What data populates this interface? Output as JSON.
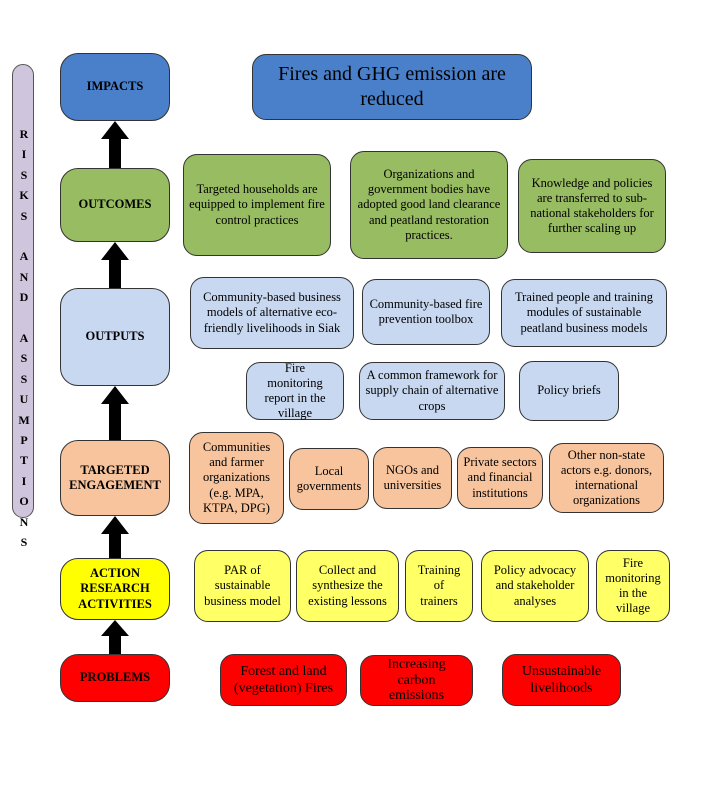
{
  "side_label": "RISKS AND ASSUMPTIONS",
  "colors": {
    "impact": "#4a7fc9",
    "outcome": "#98bc62",
    "output": "#c7d8f0",
    "engagement": "#f7c49d",
    "action": "#ffff66",
    "problem": "#ff0000"
  },
  "levels": {
    "impacts": "IMPACTS",
    "outcomes": "OUTCOMES",
    "outputs": "OUTPUTS",
    "engagement": "TARGETED ENGAGEMENT",
    "action": "ACTION RESEARCH ACTIVITIES",
    "problems": "PROBLEMS"
  },
  "impact": "Fires and GHG emission are reduced",
  "outcomes": [
    "Targeted households are equipped to implement fire control practices",
    "Organizations and government bodies have adopted good land clearance and peatland restoration practices.",
    "Knowledge and policies are transferred to sub-national stakeholders for further scaling up"
  ],
  "outputs": [
    "Community-based business models of alternative eco-friendly livelihoods in Siak",
    "Community-based fire prevention toolbox",
    "Trained people and training modules of sustainable peatland business models",
    "Fire monitoring report in the village",
    "A common framework for supply chain of alternative crops",
    "Policy briefs"
  ],
  "engagement": [
    "Communities and farmer organizations (e.g. MPA, KTPA, DPG)",
    "Local governments",
    "NGOs and universities",
    "Private sectors and financial institutions",
    "Other non-state actors e.g. donors, international organizations"
  ],
  "actions": [
    "PAR of sustainable business model",
    "Collect and synthesize the existing lessons",
    "Training of trainers",
    "Policy advocacy and stakeholder analyses",
    "Fire monitoring in the village"
  ],
  "problems": [
    "Forest and land (vegetation) Fires",
    "Increasing carbon emissions",
    "Unsustainable livelihoods"
  ]
}
